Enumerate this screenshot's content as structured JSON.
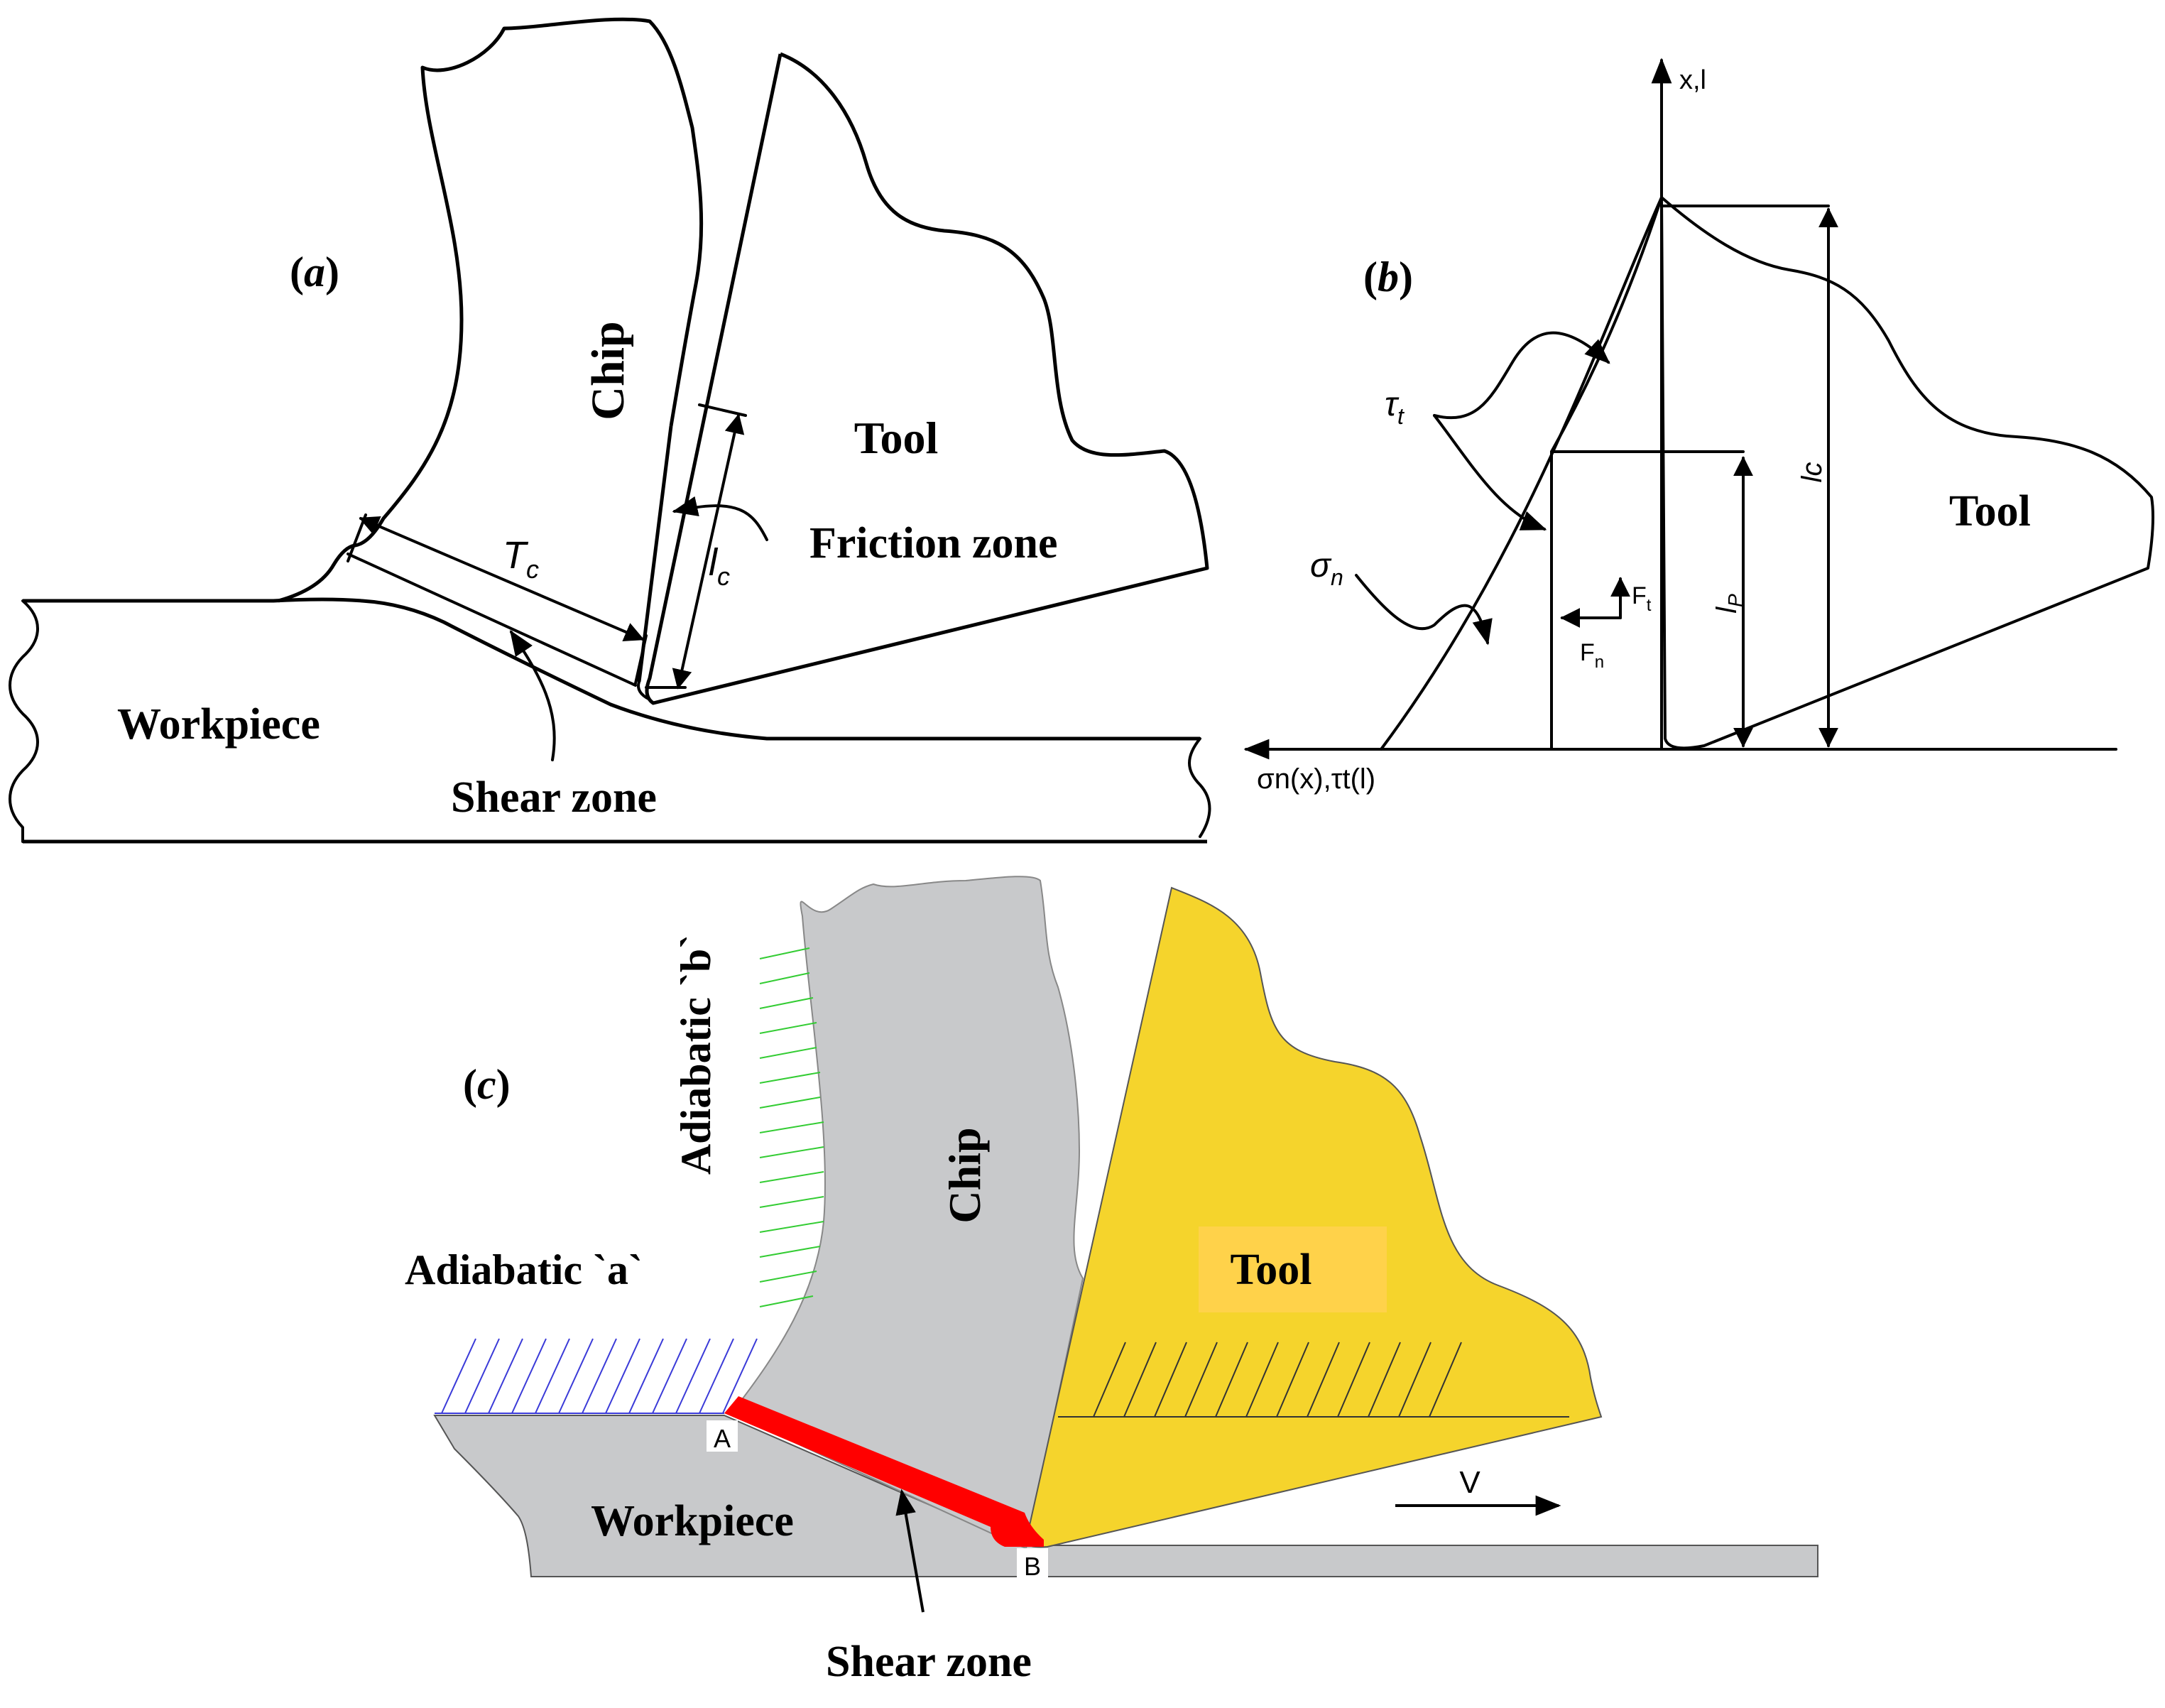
{
  "panel_a": {
    "label": "a",
    "chip": "Chip",
    "tool": "Tool",
    "friction_zone": "Friction zone",
    "workpiece": "Workpiece",
    "shear_zone": "Shear zone",
    "tc_symbol": "T",
    "tc_sub": "c",
    "lc_symbol": "l",
    "lc_sub": "c"
  },
  "panel_b": {
    "label": "b",
    "y_axis": "x,l",
    "x_axis": "σn(x),τt(l)",
    "tau_symbol": "τ",
    "tau_sub": "t",
    "sigma_symbol": "σ",
    "sigma_sub": "n",
    "ft_symbol": "F",
    "ft_sub": "t",
    "fn_symbol": "F",
    "fn_sub": "n",
    "lp_symbol": "l",
    "lp_sub": "P",
    "lc_label": "lc",
    "tool": "Tool"
  },
  "panel_c": {
    "label": "c",
    "adiabatic_b": "Adiabatic `b`",
    "adiabatic_a": "Adiabatic `a`",
    "chip": "Chip",
    "tool": "Tool",
    "workpiece": "Workpiece",
    "shear_zone": "Shear zone",
    "point_a": "A",
    "point_b": "B",
    "velocity": "V",
    "colors": {
      "chip": "#c8c9cb",
      "workpiece": "#c8c9cb",
      "tool": "#f5d42c",
      "tool_label_bg": "#ffd24a",
      "shear": "#ff0000",
      "hatch_a": "#3a3ad8",
      "hatch_b": "#33cc33"
    }
  }
}
